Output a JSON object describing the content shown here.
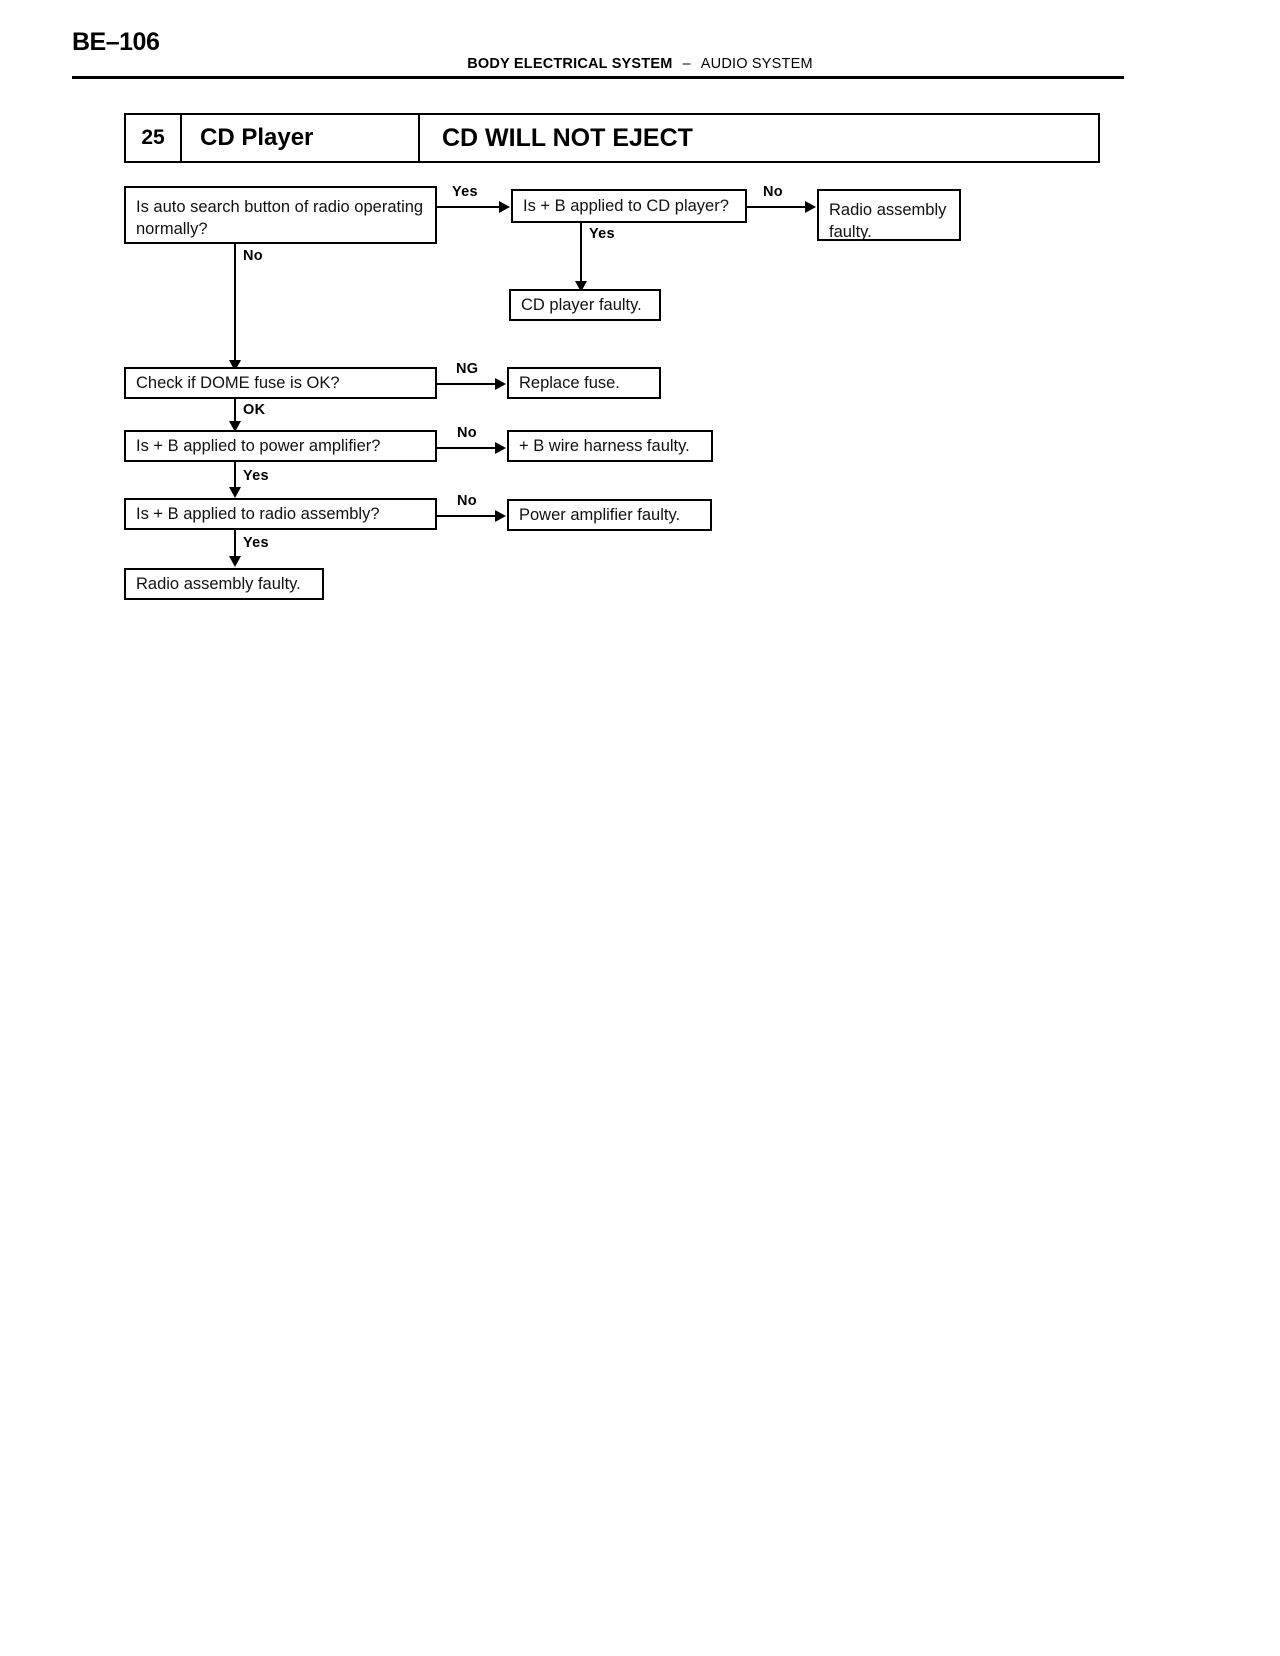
{
  "header": {
    "page_number": "BE–106",
    "system_bold": "BODY ELECTRICAL SYSTEM",
    "dash": "–",
    "section": "AUDIO SYSTEM"
  },
  "title_bar": {
    "number": "25",
    "component": "CD Player",
    "symptom": "CD WILL NOT EJECT"
  },
  "flowchart": {
    "type": "troubleshooting-flowchart",
    "nodes": [
      {
        "id": "n1",
        "text": "Is auto search button of radio operating normally?",
        "kind": "question"
      },
      {
        "id": "n2",
        "text": "Is + B applied to CD player?",
        "kind": "question"
      },
      {
        "id": "n3",
        "text": "Radio assembly faulty.",
        "kind": "result"
      },
      {
        "id": "n4",
        "text": "CD player faulty.",
        "kind": "result"
      },
      {
        "id": "n5",
        "text": "Check if DOME fuse is OK?",
        "kind": "question"
      },
      {
        "id": "n6",
        "text": "Replace fuse.",
        "kind": "result"
      },
      {
        "id": "n7",
        "text": "Is + B applied to power amplifier?",
        "kind": "question"
      },
      {
        "id": "n8",
        "text": "+ B wire harness faulty.",
        "kind": "result"
      },
      {
        "id": "n9",
        "text": "Is + B applied to radio assembly?",
        "kind": "question"
      },
      {
        "id": "n10",
        "text": "Power amplifier faulty.",
        "kind": "result"
      },
      {
        "id": "n11",
        "text": "Radio assembly faulty.",
        "kind": "result"
      }
    ],
    "edges": [
      {
        "from": "n1",
        "to": "n2",
        "label": "Yes"
      },
      {
        "from": "n1",
        "to": "n5",
        "label": "No"
      },
      {
        "from": "n2",
        "to": "n3",
        "label": "No"
      },
      {
        "from": "n2",
        "to": "n4",
        "label": "Yes"
      },
      {
        "from": "n5",
        "to": "n6",
        "label": "NG"
      },
      {
        "from": "n5",
        "to": "n7",
        "label": "OK"
      },
      {
        "from": "n7",
        "to": "n8",
        "label": "No"
      },
      {
        "from": "n7",
        "to": "n9",
        "label": "Yes"
      },
      {
        "from": "n9",
        "to": "n10",
        "label": "No"
      },
      {
        "from": "n9",
        "to": "n11",
        "label": "Yes"
      }
    ],
    "labels": {
      "yes1": "Yes",
      "no1": "No",
      "no2": "No",
      "yes2": "Yes",
      "ng1": "NG",
      "ok1": "OK",
      "no3": "No",
      "yes3": "Yes",
      "no4": "No",
      "yes4": "Yes"
    }
  }
}
